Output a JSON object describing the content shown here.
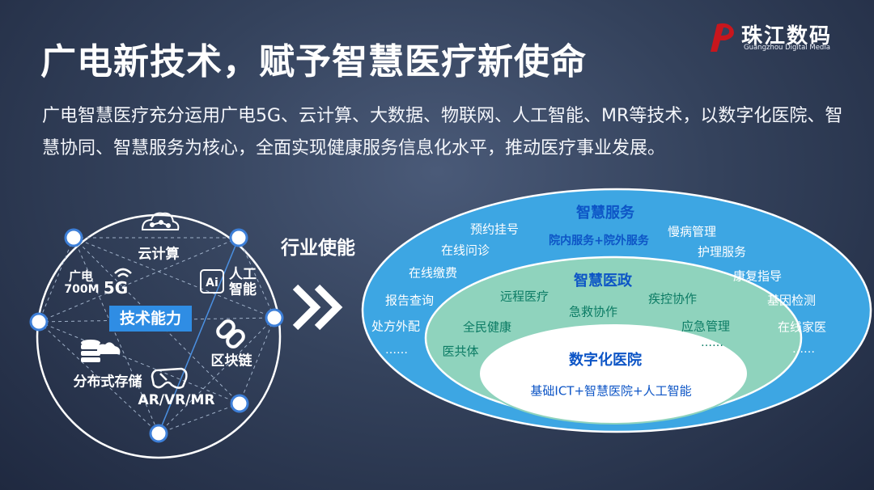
{
  "slide": {
    "title": "广电新技术，赋予智慧医疗新使命",
    "intro": "广电智慧医疗充分运用广电5G、云计算、大数据、物联网、人工智能、MR等技术，以数字化医院、智慧协同、智慧服务为核心，全面实现健康服务信息化水平，推动医疗事业发展。"
  },
  "logo": {
    "name": "珠江数码",
    "subtitle": "Guangzhou Digital Media",
    "icon": "pj-logo-icon",
    "color": "#c8161d"
  },
  "tech_ring": {
    "center_label": "技术能力",
    "items": [
      {
        "label": "云计算",
        "icon": "cloud-network-icon"
      },
      {
        "label1": "人工",
        "label2": "智能",
        "icon": "ai-chip-icon",
        "icon_text": "Ai"
      },
      {
        "label": "区块链",
        "icon": "chain-link-icon"
      },
      {
        "label": "AR/VR/MR",
        "icon": "vr-headset-icon"
      },
      {
        "label": "分布式存储",
        "icon": "database-cloud-icon"
      },
      {
        "label1": "广电",
        "label2": "700M",
        "label3": "5G",
        "icon": "signal-icon"
      }
    ]
  },
  "enable_label": "行业使能",
  "outer_ring": {
    "title": "智慧服务",
    "subtitle": "院内服务+院外服务",
    "items": [
      "预约挂号",
      "在线问诊",
      "在线缴费",
      "报告查询",
      "处方外配",
      "……",
      "慢病管理",
      "护理服务",
      "康复指导",
      "基因检测",
      "在线家医",
      "……"
    ]
  },
  "middle_ring": {
    "title": "智慧医政",
    "items": [
      "远程医疗",
      "急救协作",
      "疾控协作",
      "全民健康",
      "应急管理",
      "医共体",
      "……"
    ]
  },
  "inner_ring": {
    "title": "数字化医院",
    "subtitle": "基础ICT+智慧医院+人工智能"
  },
  "colors": {
    "outer_ellipse": "#3da6e3",
    "middle_ellipse": "#8fd3bd",
    "inner_ellipse": "#ffffff",
    "badge": "#2f8de4"
  }
}
